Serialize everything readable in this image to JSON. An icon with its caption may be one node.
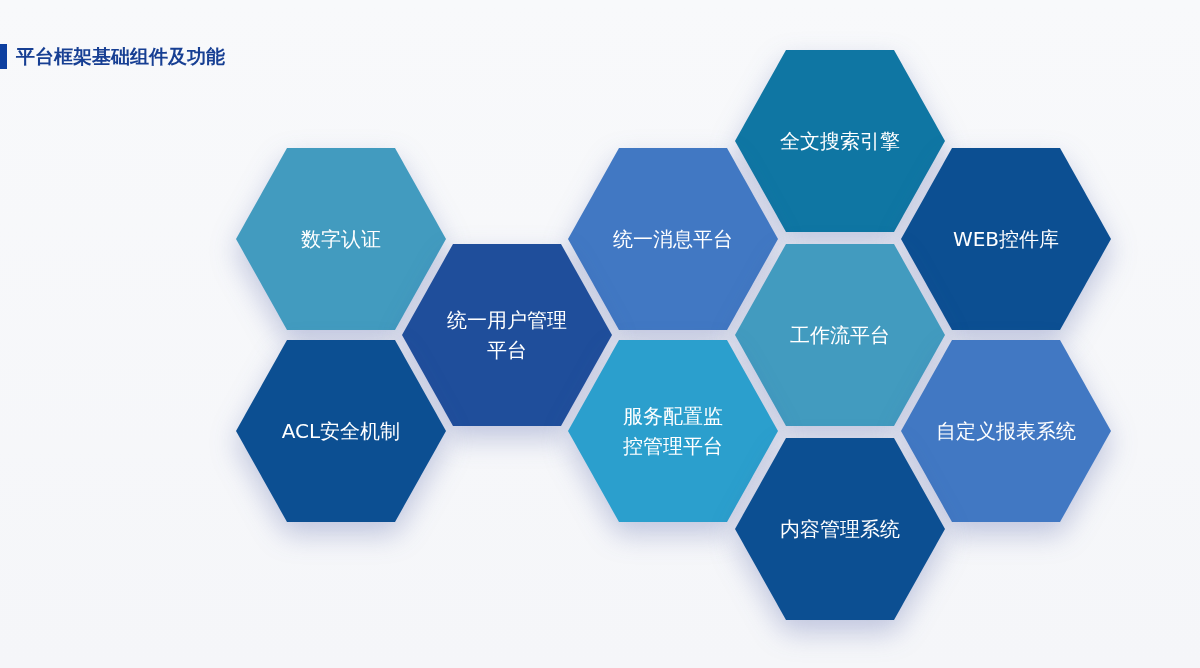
{
  "diagram": {
    "title": "平台框架基础组件及功能",
    "nodes": [
      {
        "text": [
          "全文搜索引擎"
        ]
      },
      {
        "text": [
          "数字认证"
        ]
      },
      {
        "text": [
          "统一消息平台"
        ]
      },
      {
        "text": [
          "WEB控件库"
        ]
      },
      {
        "text": [
          "统一用户管理平台"
        ]
      },
      {
        "text": [
          "工作流平台"
        ]
      },
      {
        "text": [
          "ACL安全机制"
        ]
      },
      {
        "text": [
          "服务配置监控管理平台"
        ]
      },
      {
        "text": [
          "自定义报表系统"
        ]
      },
      {
        "text": [
          "内容管理系统"
        ]
      }
    ]
  }
}
